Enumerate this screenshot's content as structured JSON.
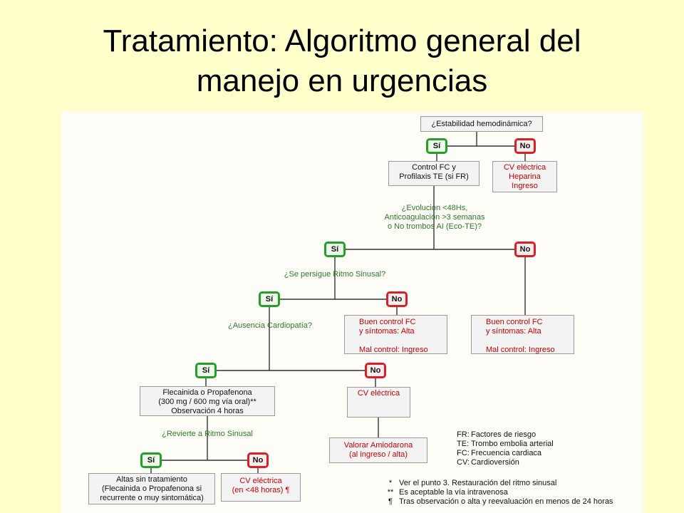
{
  "title": "Tratamiento: Algoritmo general del\nmanejo en urgencias",
  "labels": {
    "yes": "Sí",
    "no": "No"
  },
  "nodes": {
    "hemo": "¿Estabilidad hemodinámica?",
    "control_fc": "Control FC y\nProfilaxis TE (si FR)",
    "cv_heparina": "CV eléctrica\nHeparina\nIngreso",
    "evolucion": "¿Evolución <48Hs,\nAnticoagulación >3 semanas\no No trombos AI (Eco-TE)?",
    "ritmo_sinusal_q": "¿Se persigue Ritmo Sinusal?",
    "buen_control_1": "Buen control FC\ny síntomas: Alta\n\nMal control: Ingreso",
    "buen_control_2": "Buen control FC\ny síntomas: Alta\n\nMal control: Ingreso",
    "cardiopatia_q": "¿Ausencia Cardiopatía?",
    "flecainida": "Flecainida o Propafenona\n(300 mg / 600 mg vía oral)**\nObservación 4 horas",
    "cv_electrica_1": "CV eléctrica",
    "revierte_q": "¿Revierte a Ritmo Sinusal",
    "amiodarona": "Valorar Amiodarona\n(al ingreso / alta)",
    "altas": "Altas sin tratamiento\n(Flecainida o Propafenona si\nrecurrente o muy sintomática)",
    "cv_electrica_2": "CV eléctrica\n(en <48 horas) ¶"
  },
  "legend": [
    {
      "key": "FR:",
      "text": "Factores de riesgo"
    },
    {
      "key": "TE:",
      "text": "Trombo embolia arterial"
    },
    {
      "key": "FC:",
      "text": "Frecuencia cardiaca"
    },
    {
      "key": "CV:",
      "text": "Cardioversión"
    }
  ],
  "notes": [
    {
      "key": "*",
      "text": "Ver el punto 3. Restauración del ritmo sinusal"
    },
    {
      "key": "**",
      "text": "Es aceptable la vía intravenosa"
    },
    {
      "key": "¶",
      "text": "Tras observación o alta y reevaluación en menos de 24 horas"
    }
  ],
  "colors": {
    "yes": "#22a02a",
    "no": "#d8202a",
    "question": "#2a7a2a",
    "background": "#ffffcc"
  }
}
